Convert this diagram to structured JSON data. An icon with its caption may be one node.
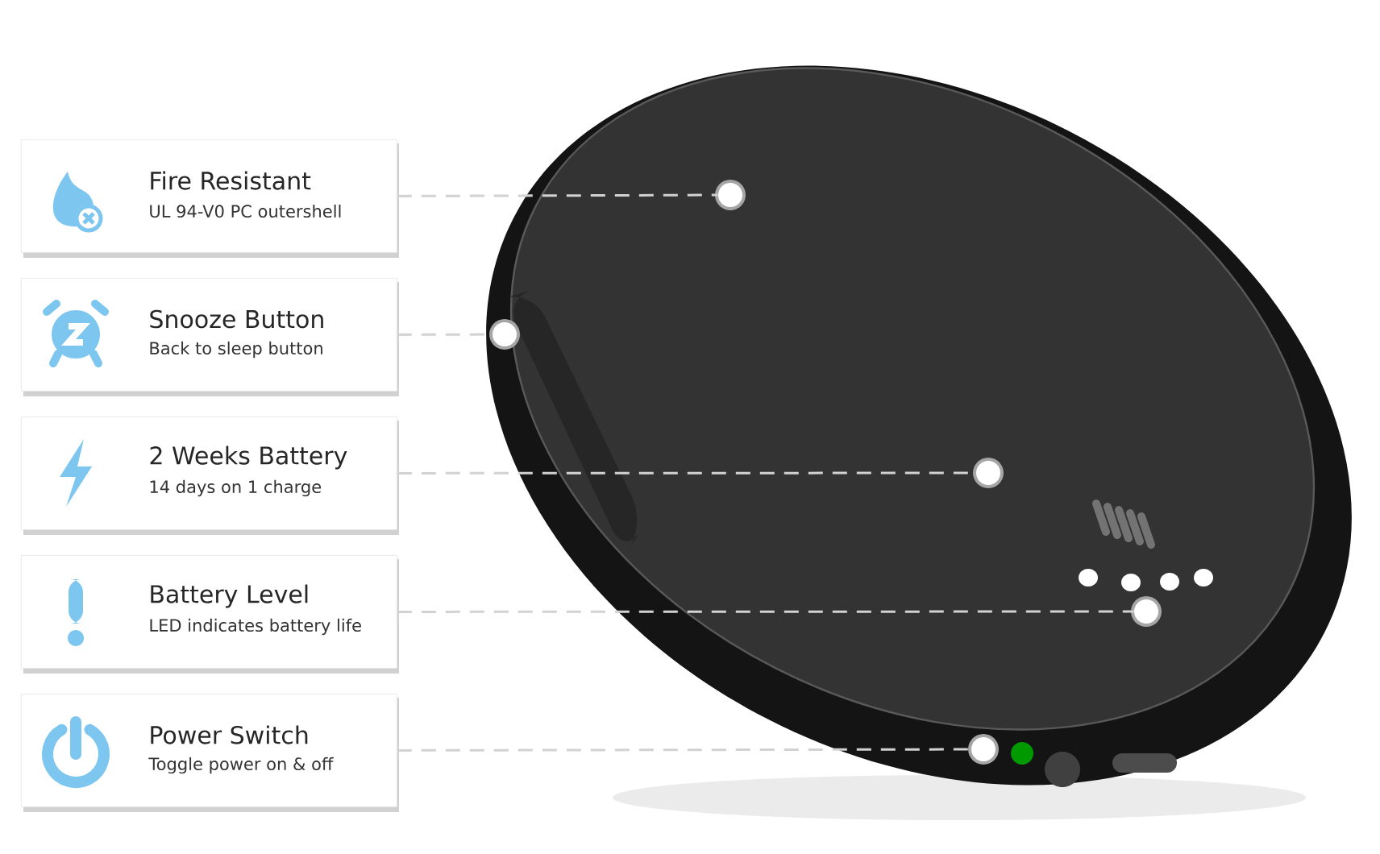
{
  "diagram": {
    "nodes": [
      {
        "text": [
          "Fire Resistant",
          "UL 94-V0 PC outershell"
        ]
      },
      {
        "text": [
          "Snooze Button",
          "Back to sleep button"
        ]
      },
      {
        "text": [
          "2 Weeks Battery",
          "14 days on 1 charge"
        ]
      },
      {
        "text": [
          "Battery Level",
          "LED indicates battery life"
        ]
      },
      {
        "text": [
          "Power Switch",
          "Toggle power on & off"
        ]
      },
      {
        "text": [],
        "shape": "circle"
      },
      {
        "text": [],
        "shape": "circle"
      },
      {
        "text": [],
        "shape": "circle"
      },
      {
        "text": [],
        "shape": "circle"
      },
      {
        "text": [],
        "shape": "circle"
      }
    ],
    "edges": [
      {
        "from": 0,
        "to": 5,
        "arrow": "none",
        "style": "dashed"
      },
      {
        "from": 1,
        "to": 6,
        "arrow": "none",
        "style": "dashed"
      },
      {
        "from": 2,
        "to": 7,
        "arrow": "none",
        "style": "dashed"
      },
      {
        "from": 3,
        "to": 8,
        "arrow": "none",
        "style": "dashed"
      },
      {
        "from": 4,
        "to": 9,
        "arrow": "none",
        "style": "dashed"
      }
    ]
  }
}
